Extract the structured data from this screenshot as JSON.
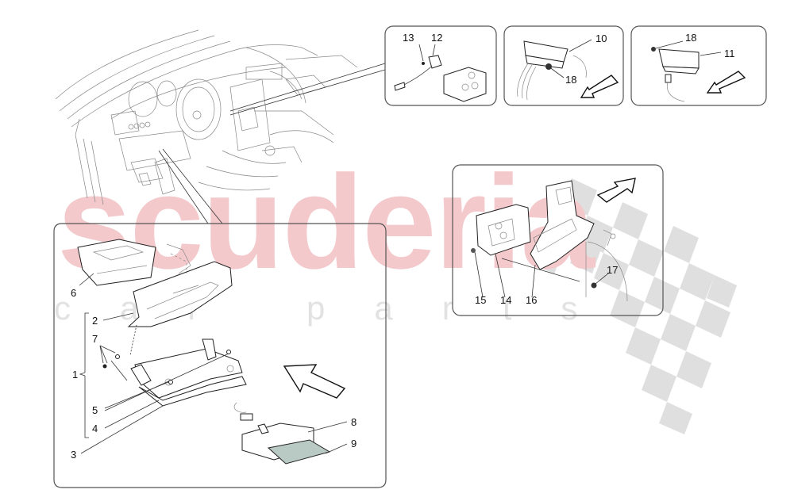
{
  "watermark": {
    "main": "scuderia",
    "sub": "car parts",
    "main_color": "#f3c9cc",
    "sub_color": "#e2e2e2",
    "flag_color": "#d9d9d9"
  },
  "colors": {
    "line": "#222222",
    "panel_border": "#555555",
    "board_fill": "#b9c9c3"
  },
  "insets": {
    "switch_box": {
      "callouts": [
        "13",
        "12"
      ]
    },
    "module_10_box": {
      "callouts": [
        "10",
        "18"
      ],
      "arrow": "arrow-down-left"
    },
    "module_11_box": {
      "callouts": [
        "18",
        "11"
      ],
      "arrow": "arrow-down-left"
    },
    "ecu_box": {
      "callouts": [
        "15",
        "14",
        "16",
        "17"
      ],
      "arrow": "arrow-up-right"
    },
    "glovebox_box": {
      "callouts": [
        "6",
        "2",
        "7",
        "1",
        "5",
        "4",
        "3",
        "8",
        "9"
      ],
      "arrow": "arrow-up-left"
    }
  },
  "callouts": {
    "c1": "1",
    "c2": "2",
    "c3": "3",
    "c4": "4",
    "c5": "5",
    "c6": "6",
    "c7": "7",
    "c8": "8",
    "c9": "9",
    "c10": "10",
    "c11": "11",
    "c12": "12",
    "c13": "13",
    "c14": "14",
    "c15": "15",
    "c16": "16",
    "c17": "17",
    "c18a": "18",
    "c18b": "18"
  }
}
